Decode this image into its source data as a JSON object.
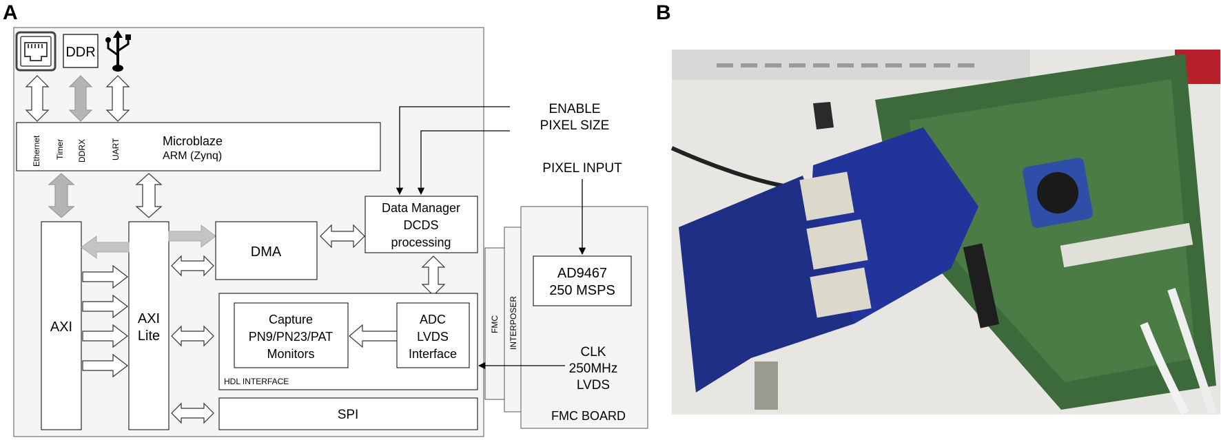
{
  "panels": {
    "a": "A",
    "b": "B"
  },
  "peripherals": {
    "ddr": "DDR"
  },
  "processor": {
    "ports": [
      "Ethernet",
      "Timer",
      "DDRX",
      "UART"
    ],
    "title": "Microblaze",
    "subtitle": "ARM (Zynq)"
  },
  "blocks": {
    "axi": "AXI",
    "axi_lite_1": "AXI",
    "axi_lite_2": "Lite",
    "dma": "DMA",
    "data_manager": [
      "Data Manager",
      "DCDS",
      "processing"
    ],
    "capture": [
      "Capture",
      "PN9/PN23/PAT",
      "Monitors"
    ],
    "adc": [
      "ADC",
      "LVDS",
      "Interface"
    ],
    "hdl_interface": "HDL INTERFACE",
    "spi": "SPI"
  },
  "fmc": {
    "fmc": "FMC",
    "interposer": "INTERPOSER",
    "board": "FMC BOARD",
    "chip": [
      "AD9467",
      "250 MSPS"
    ]
  },
  "signals": {
    "enable": "ENABLE",
    "pixel_size": "PIXEL SIZE",
    "pixel_input": "PIXEL INPUT",
    "clk": [
      "CLK",
      "250MHz",
      "LVDS"
    ]
  }
}
